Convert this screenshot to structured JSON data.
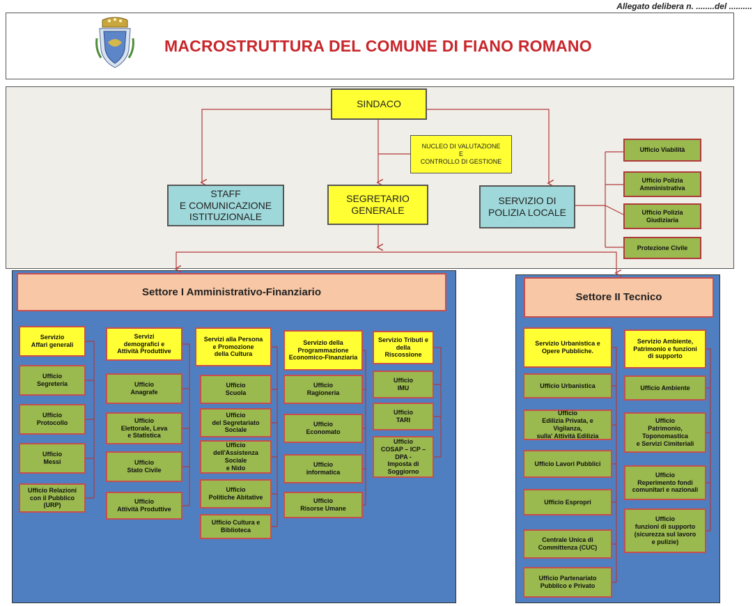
{
  "header": {
    "note": "Allegato delibera n. ........del ..........",
    "title": "MACROSTRUTTURA DEL COMUNE DI FIANO ROMANO"
  },
  "top": {
    "sindaco": "SINDACO",
    "nucleo": "NUCLEO DI VALUTAZIONE\nE\nCONTROLLO DI GESTIONE",
    "staff": "STAFF\nE COMUNICAZIONE\nISTITUZIONALE",
    "segretario": "SEGRETARIO\nGENERALE",
    "polizia": "SERVIZIO DI\nPOLIZIA LOCALE",
    "polizia_offices": [
      "Ufficio Viabilità",
      "Ufficio Polizia\nAmministrativa",
      "Ufficio Polizia\nGiudiziaria",
      "Protezione Civile"
    ]
  },
  "settore1": {
    "title": "Settore I Amministrativo-Finanziario",
    "columns": [
      {
        "head": "Servizio\nAffari generali",
        "offices": [
          "Ufficio\nSegreteria",
          "Ufficio\nProtocollo",
          "Ufficio\nMessi",
          "Ufficio Relazioni\ncon il Pubblico (URP)"
        ]
      },
      {
        "head": "Servizi\ndemografici e\nAttività Produttive",
        "offices": [
          "Ufficio\nAnagrafe",
          "Ufficio\nElettorale, Leva\ne Statistica",
          "Ufficio\nStato Civile",
          "Ufficio\nAttività Produttive"
        ]
      },
      {
        "head": "Servizi alla Persona\ne Promozione\ndella Cultura",
        "offices": [
          "Ufficio\nScuola",
          "Ufficio\ndel Segretariato Sociale",
          "Ufficio\ndell'Assistenza Sociale\ne Nido",
          "Ufficio\nPolitiche Abitative",
          "Ufficio Cultura e\nBiblioteca"
        ]
      },
      {
        "head": "Servizio della\nProgrammazione\nEconomico-Finanziaria",
        "offices": [
          "Ufficio\nRagioneria",
          "Ufficio\nEconomato",
          "Ufficio\ninformatica",
          "Ufficio\nRisorse Umane"
        ]
      },
      {
        "head": "Servizio Tributi e\ndella Riscossione",
        "offices": [
          "Ufficio\nIMU",
          "Ufficio\nTARI",
          "Ufficio\nCOSAP – ICP – DPA -\nImposta di Soggiorno"
        ]
      }
    ]
  },
  "settore2": {
    "title": "Settore II  Tecnico",
    "columns": [
      {
        "head": "Servizio Urbanistica e\nOpere Pubbliche.",
        "offices": [
          "Ufficio Urbanistica",
          "Ufficio\nEdilizia Privata, e Vigilanza,\nsulla' Attività Edilizia",
          "Ufficio Lavori Pubblici",
          "Ufficio Espropri",
          "Centrale Unica di\nCommittenza  (CUC)",
          "Ufficio Partenariato\nPubblico e Privato"
        ]
      },
      {
        "head": "Servizio Ambiente,\nPatrimonio e funzioni\ndi supporto",
        "offices": [
          "Ufficio Ambiente",
          "Ufficio\nPatrimonio, Toponomastica\ne Servizi Cimiteriali",
          "Ufficio\nReperimento fondi\ncomunitari e nazionali",
          "Ufficio\nfunzioni di supporto\n(sicurezza sul lavoro\ne pulizie)"
        ]
      }
    ]
  },
  "colors": {
    "yellow": "#ffff33",
    "green": "#9ab94f",
    "light_blue": "#9fd8da",
    "sector_bg": "#4f7fc0",
    "sector_header": "#f8c7a5",
    "connector": "#b03a3a",
    "title_red": "#c8262b"
  }
}
